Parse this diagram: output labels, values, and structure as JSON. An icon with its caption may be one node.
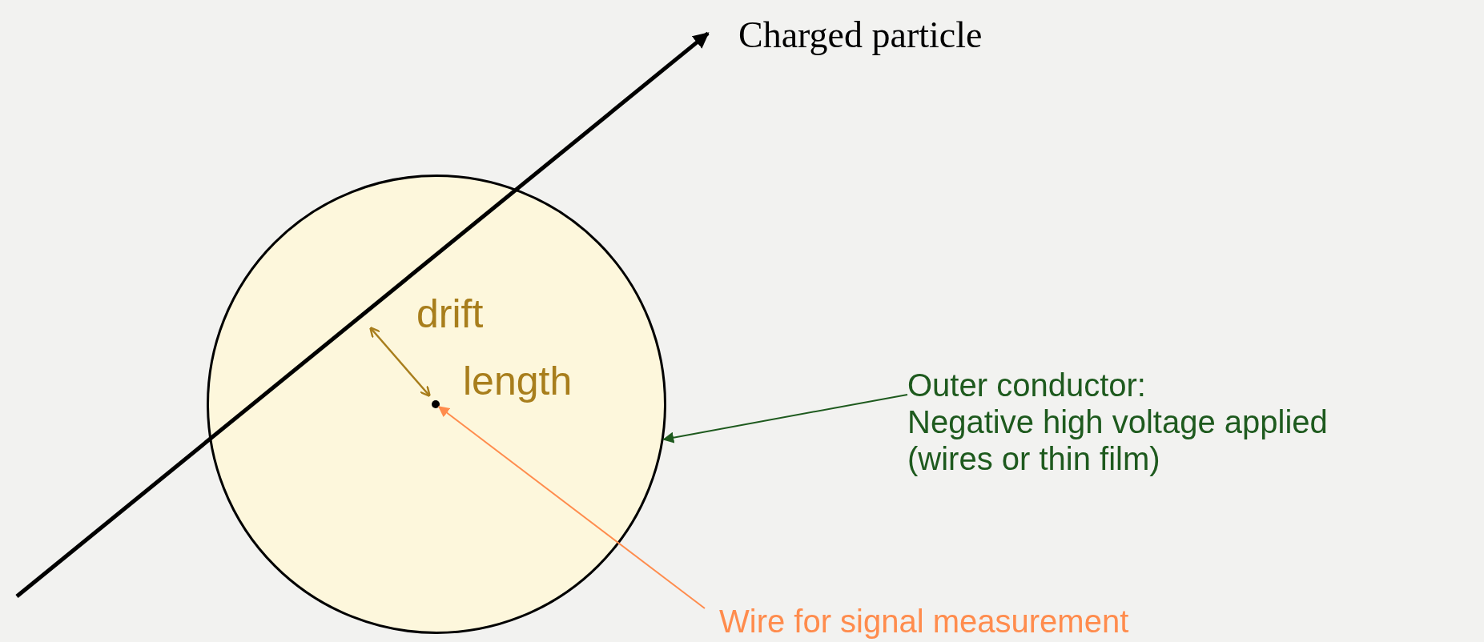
{
  "diagram": {
    "nodes": [
      {
        "text": [],
        "shape": "circle"
      },
      {
        "text": [],
        "shape": "circle",
        "in": 0
      },
      {
        "text": [
          "Charged particle"
        ]
      },
      {
        "text": [
          "Outer conductor:",
          "Negative high voltage applied (wires or thin film)"
        ]
      },
      {
        "text": [
          "Wire for signal measurement"
        ]
      }
    ],
    "edges": [
      {
        "from": null,
        "to": 2,
        "arrow": "to",
        "style": "thick",
        "color": "#000000"
      },
      {
        "from": 3,
        "to": 0,
        "arrow": "to",
        "color": "#1e5a1e"
      },
      {
        "from": 4,
        "to": 1,
        "arrow": "to",
        "color": "#ff8c4d"
      }
    ],
    "labels": [
      "drift",
      "length"
    ]
  }
}
